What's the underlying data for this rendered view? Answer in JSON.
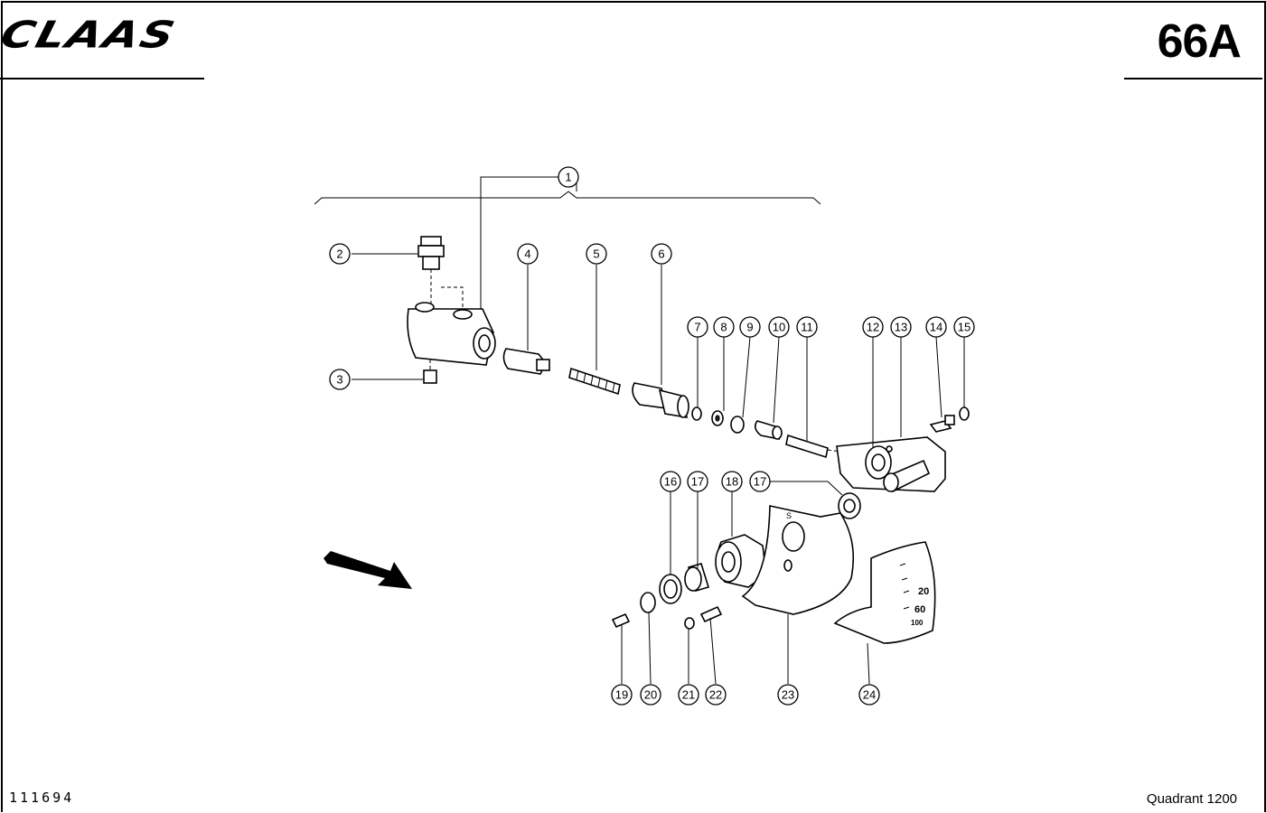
{
  "header": {
    "brand": "CLAAS",
    "page_number": "66A"
  },
  "footer": {
    "document_code": "111694",
    "model": "Quadrant 1200"
  },
  "callouts": [
    "1",
    "2",
    "3",
    "4",
    "5",
    "6",
    "7",
    "8",
    "9",
    "10",
    "11",
    "12",
    "13",
    "14",
    "15",
    "16",
    "17",
    "18",
    "17",
    "19",
    "20",
    "21",
    "22",
    "23",
    "24"
  ],
  "scale_labels": [
    "20",
    "60",
    "100"
  ],
  "plate_label": "S"
}
